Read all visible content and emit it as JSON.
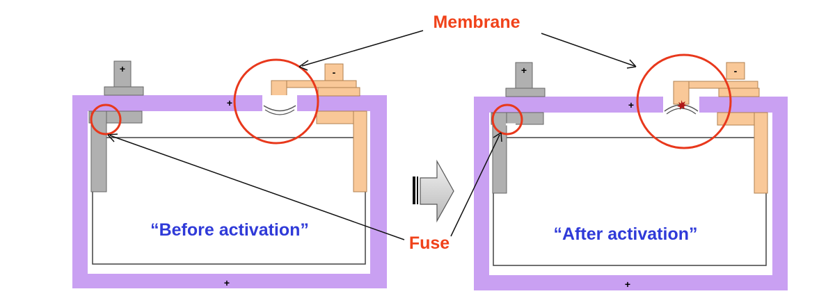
{
  "labels": {
    "membrane": "Membrane",
    "fuse": "Fuse"
  },
  "panels": [
    {
      "caption": "“Before activation”",
      "positive_terminal_sign": "+",
      "negative_terminal_sign": "-",
      "case_top_sign": "+",
      "case_bottom_sign": "+"
    },
    {
      "caption": "“After activation”",
      "positive_terminal_sign": "+",
      "negative_terminal_sign": "-",
      "case_top_sign": "+",
      "case_bottom_sign": "+"
    }
  ],
  "colors": {
    "case": "#c9a0f2",
    "positive_terminal": "#b0b0b0",
    "negative_terminal": "#f9c898",
    "highlight_circle": "#e8381c",
    "label_red": "#f0421a",
    "label_blue": "#2f3ad8"
  }
}
